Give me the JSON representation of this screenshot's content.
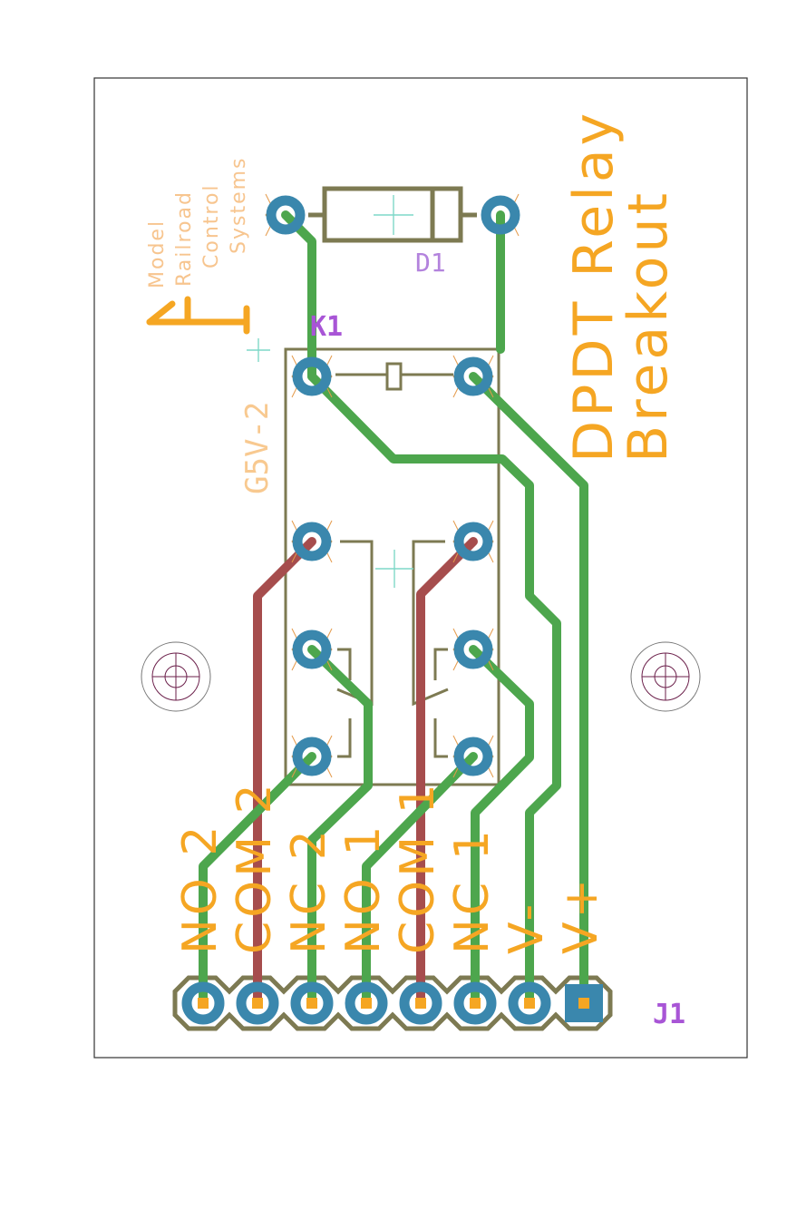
{
  "title_line1": "DPDT Relay",
  "title_line2": "Breakout",
  "logo": {
    "words": [
      "Model",
      "Railroad",
      "Control",
      "Systems"
    ]
  },
  "relay": {
    "ref": "K1",
    "value": "G5V-2"
  },
  "diode": {
    "ref": "D1"
  },
  "header": {
    "ref": "J1",
    "pin_labels": [
      "NO 2",
      "COM 2",
      "NC 2",
      "NO 1",
      "COM 1",
      "NC 1",
      "V-",
      "V+"
    ]
  },
  "colors": {
    "board_outline": "#333333",
    "top_copper": "#4da64d",
    "bottom_copper": "#a64d4d",
    "pad": "#3a87ad",
    "drill": "#f5a623",
    "silkscreen": "#f5a623",
    "package": "#7d7a52",
    "names": "#a855d6",
    "values_text": "#f8c990",
    "logo_text": "#f7c58f",
    "origin": "#7fd8c8",
    "mount_hole": "#6b1f4a"
  }
}
